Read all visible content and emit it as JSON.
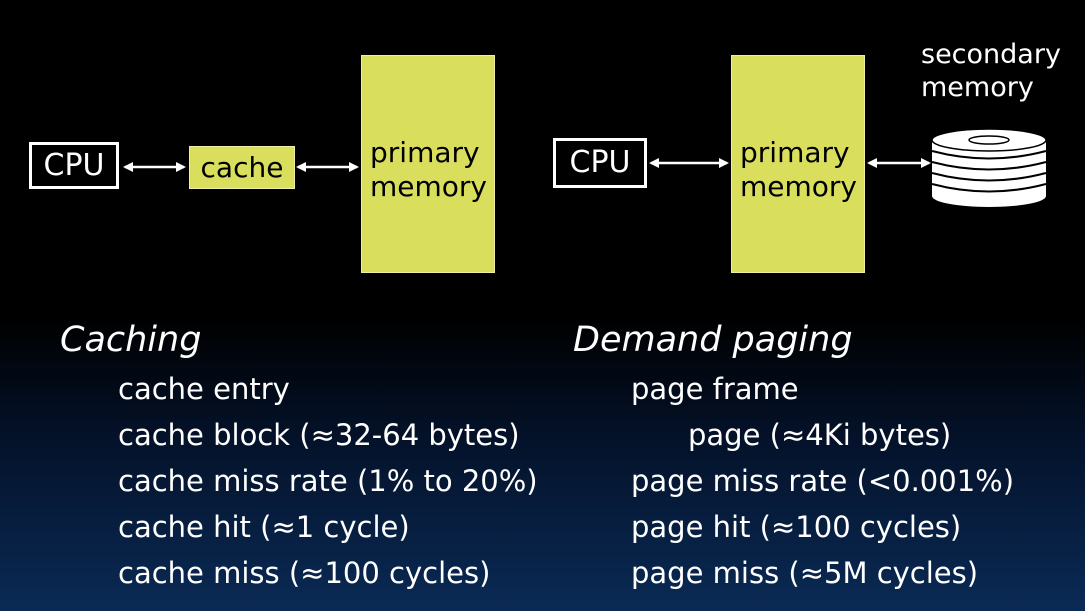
{
  "caching_diagram": {
    "cpu_label": "CPU",
    "cache_label": "cache",
    "primary_memory_label_line1": "primary",
    "primary_memory_label_line2": "memory"
  },
  "paging_diagram": {
    "cpu_label": "CPU",
    "primary_memory_label_line1": "primary",
    "primary_memory_label_line2": "memory",
    "secondary_memory_label_line1": "secondary",
    "secondary_memory_label_line2": "memory"
  },
  "caching_section": {
    "title": "Caching",
    "items": [
      "cache entry",
      "cache block (≈32-64 bytes)",
      "cache miss rate (1% to 20%)",
      "cache hit (≈1 cycle)",
      "cache miss (≈100 cycles)"
    ]
  },
  "paging_section": {
    "title": "Demand paging",
    "items": [
      "page frame",
      "page (≈4Ki bytes)",
      "page miss rate (<0.001%)",
      "page hit (≈100 cycles)",
      "page miss (≈5M cycles)"
    ]
  },
  "colors": {
    "memory_fill": "#d9df5c",
    "background": "#000000",
    "text": "#ffffff"
  }
}
